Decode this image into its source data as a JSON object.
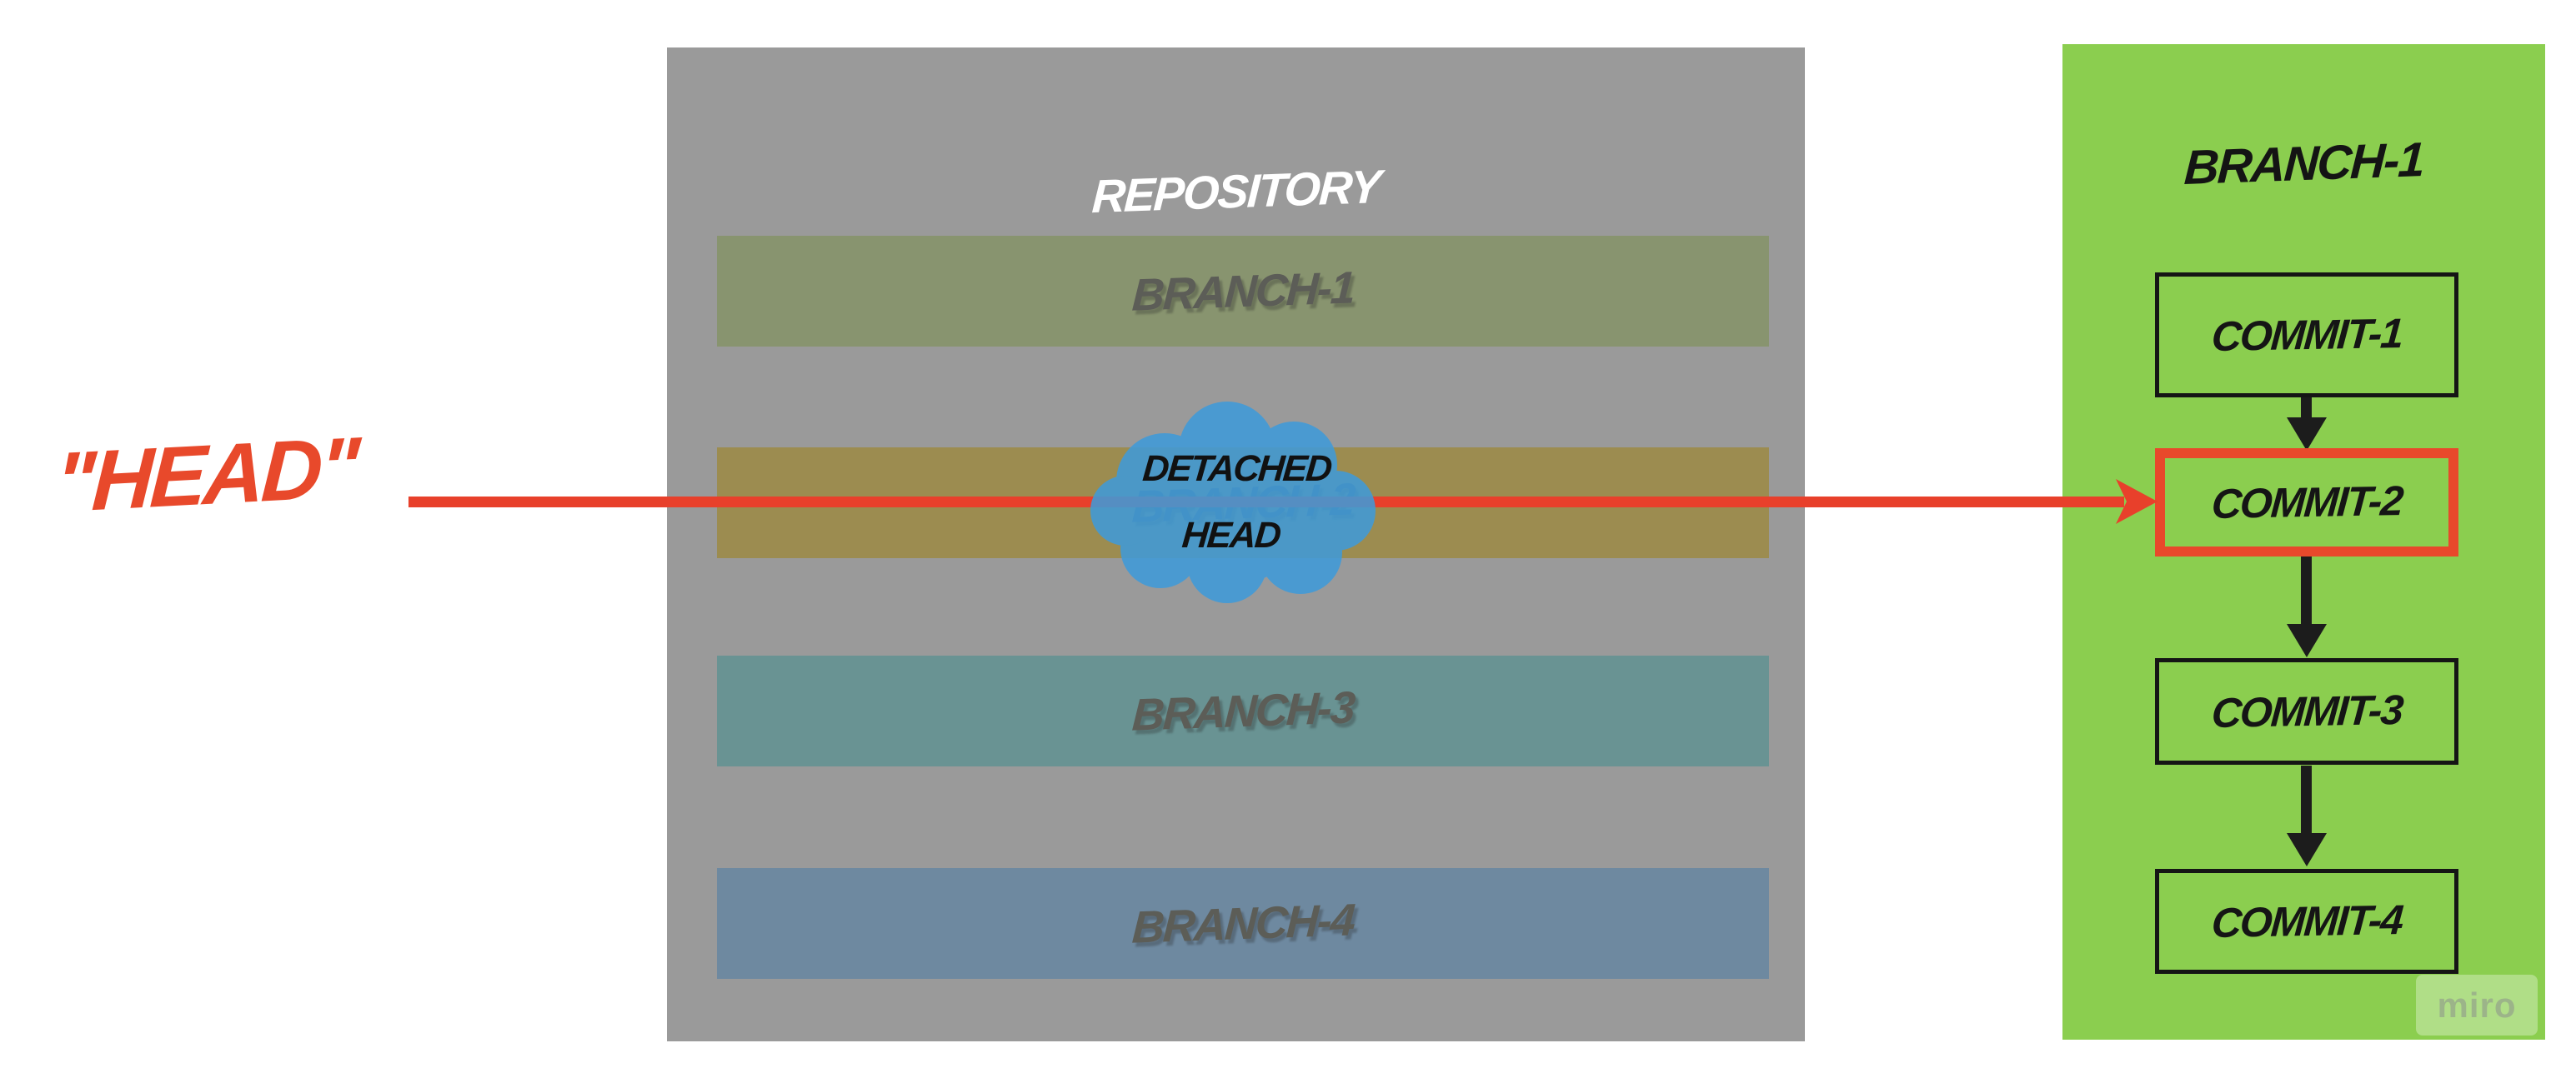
{
  "head": {
    "label": "\"HEAD\""
  },
  "repository": {
    "title": "REPOSITORY",
    "background": "#9A9A9A",
    "branches": [
      {
        "label": "BRANCH-1",
        "color": "#88946F"
      },
      {
        "label": "BRANCH-2",
        "color": "#9C8C50"
      },
      {
        "label": "BRANCH-3",
        "color": "#699393"
      },
      {
        "label": "BRANCH-4",
        "color": "#6E89A0"
      }
    ]
  },
  "detached_head_cloud": {
    "line1": "DETACHED",
    "line2": "HEAD",
    "color": "#3E9BDB"
  },
  "branch_panel": {
    "title": "BRANCH-1",
    "background": "#8BCE4F",
    "highlight_color": "#E8492B",
    "commits": [
      {
        "label": "COMMIT-1",
        "highlighted": false
      },
      {
        "label": "COMMIT-2",
        "highlighted": true
      },
      {
        "label": "COMMIT-3",
        "highlighted": false
      },
      {
        "label": "COMMIT-4",
        "highlighted": false
      }
    ]
  },
  "colors": {
    "accent_red": "#E8492B",
    "arrow_black": "#1C1C1C",
    "cloud_blue": "#3E9BDB"
  },
  "watermark": {
    "label": "miro"
  }
}
